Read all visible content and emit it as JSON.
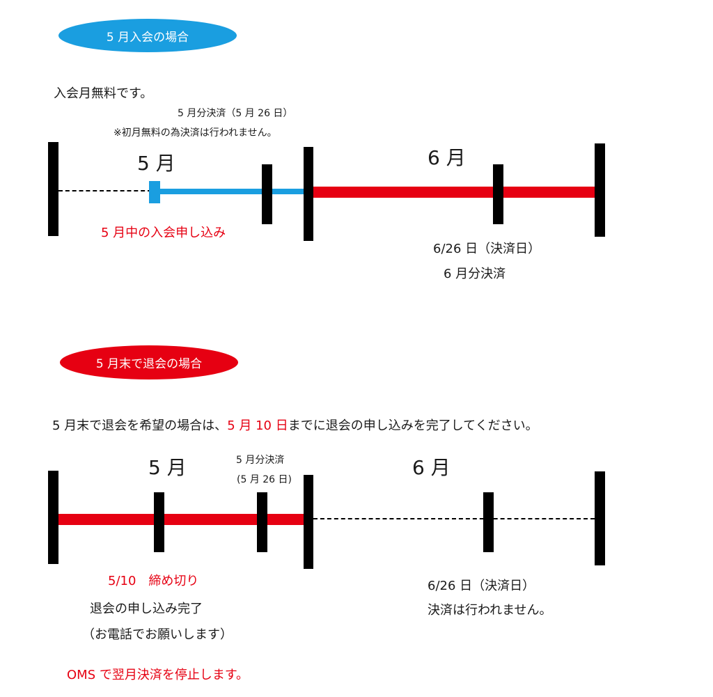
{
  "colors": {
    "blue": "#1a9ee0",
    "red": "#e60012",
    "black": "#000000"
  },
  "section1": {
    "badge": "5 月入会の場合",
    "intro": "入会月無料です。",
    "note_payment": "5 月分決済（5 月 26 日）",
    "note_free": "※初月無料の為決済は行われません。",
    "month_may": "5 月",
    "month_june": "6 月",
    "application_label": "5 月中の入会申し込み",
    "june_date": "6/26 日（決済日）",
    "june_payment": "6 月分決済"
  },
  "section2": {
    "badge": "5 月末で退会の場合",
    "intro_before": "5 月末で退会を希望の場合は、",
    "intro_highlight": "5 月 10 日",
    "intro_after": "までに退会の申し込みを完了してください。",
    "month_may": "5 月",
    "month_june": "6 月",
    "payment_label": "5 月分決済",
    "payment_date": "(5 月 26 日)",
    "deadline": "5/10　締め切り",
    "withdraw_done": "退会の申し込み完了",
    "withdraw_phone": "（お電話でお願いします）",
    "june_date": "6/26 日（決済日）",
    "june_no_payment": "決済は行われません。",
    "oms_note": "OMS で翌月決済を停止します。"
  }
}
